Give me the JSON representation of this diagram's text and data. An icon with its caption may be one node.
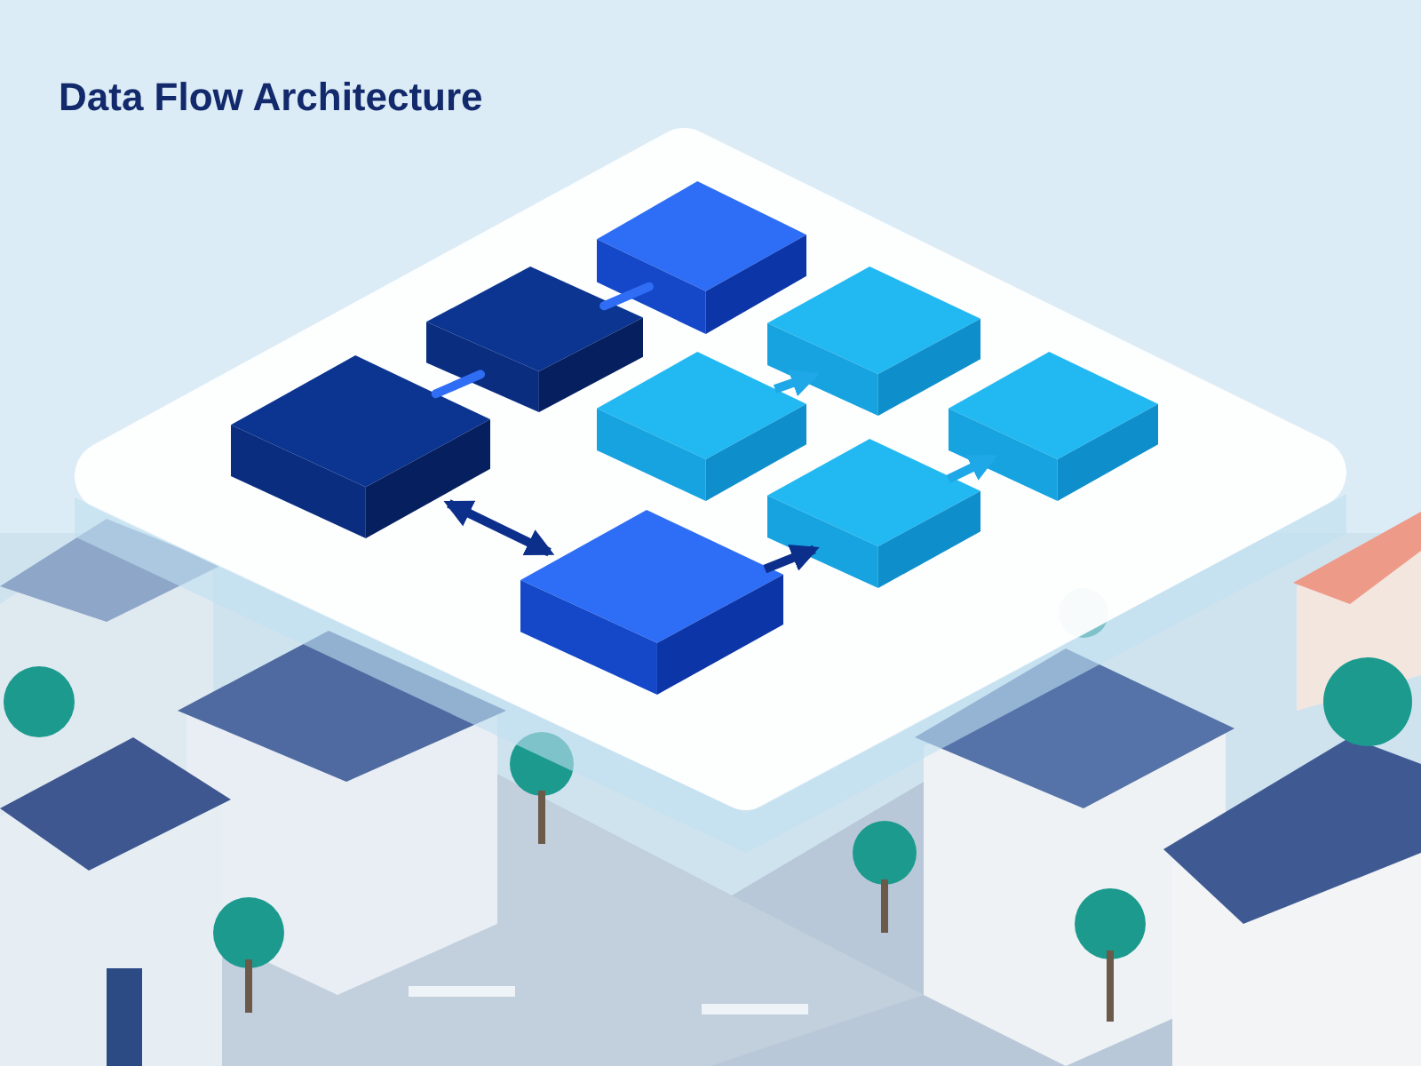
{
  "diagram": {
    "title": "Data Flow Architecture",
    "nodes": [
      {
        "text": [],
        "shape": "box"
      },
      {
        "text": [],
        "shape": "box"
      },
      {
        "text": [],
        "shape": "box"
      },
      {
        "text": [],
        "shape": "box"
      },
      {
        "text": [],
        "shape": "box"
      },
      {
        "text": [],
        "shape": "box"
      },
      {
        "text": [],
        "shape": "box"
      },
      {
        "text": [],
        "shape": "box"
      }
    ],
    "edges": [
      {
        "from": 0,
        "to": 1,
        "arrow": "none",
        "color": "#2f6df5"
      },
      {
        "from": 1,
        "to": 2,
        "arrow": "none",
        "color": "#2f6df5"
      },
      {
        "from": 4,
        "to": 3,
        "arrow": "to",
        "color": "#1fa8e8"
      },
      {
        "from": 7,
        "to": 5,
        "arrow": "to",
        "color": "#1fa8e8"
      },
      {
        "from": 0,
        "to": 6,
        "arrow": "both",
        "color": "#0b2f8a"
      },
      {
        "from": 6,
        "to": 7,
        "arrow": "to",
        "color": "#0b2f8a"
      }
    ]
  }
}
